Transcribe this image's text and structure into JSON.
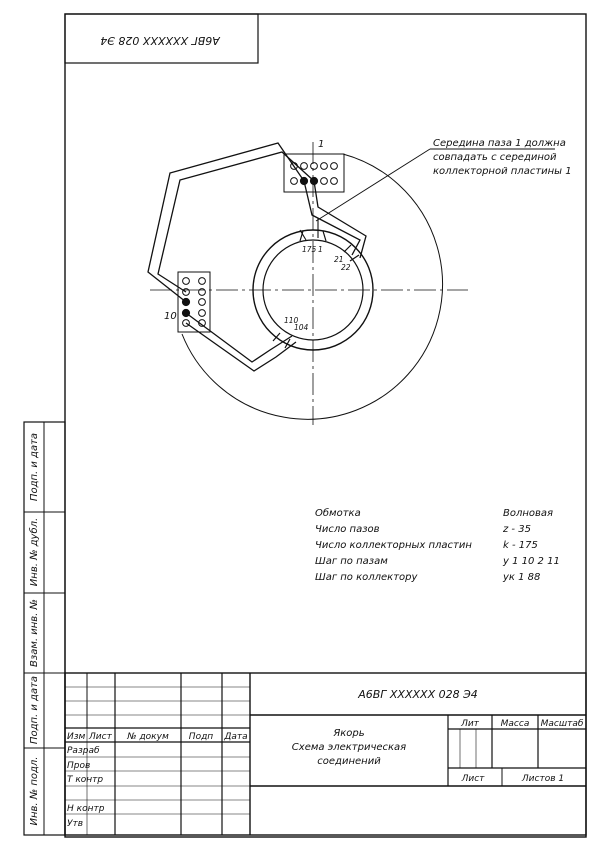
{
  "header_code": "А6ВГ XXXXXX 028 Э4",
  "side_labels": [
    "Подп. и дата",
    "Инв. № дубл.",
    "Взам. инв. №",
    "Подп. и дата",
    "Инв. № подл."
  ],
  "figure": {
    "slot_top_label": "1",
    "slot_left_label": "10",
    "commutator_labels": [
      "175",
      "1",
      "21",
      "22",
      "110",
      "104"
    ],
    "callout": [
      "Середина паза 1 должна",
      "совпадать с серединой",
      "коллекторной пластины 1"
    ]
  },
  "specs": [
    {
      "label": "Обмотка",
      "value": "Волновая"
    },
    {
      "label": "Число пазов",
      "value": "z - 35"
    },
    {
      "label": "Число коллекторных пластин",
      "value": "k - 175"
    },
    {
      "label": "Шаг по пазам",
      "value": "y 1 10 2 11"
    },
    {
      "label": "Шаг по коллектору",
      "value": "yк 1 88"
    }
  ],
  "title_block": {
    "code": "А6ВГ XXXXXX 028 Э4",
    "col_headers": [
      "Изм",
      "Лист",
      "№ докум",
      "Подп",
      "Дата"
    ],
    "roles": [
      "Разраб",
      "Пров",
      "Т контр",
      "Н контр",
      "Утв"
    ],
    "title_lines": [
      "Якорь",
      "Схема электрическая",
      "соединений"
    ],
    "lit": "Лит",
    "mass": "Масса",
    "scale": "Масштаб",
    "sheet": "Лист",
    "sheets": "Листов 1"
  }
}
